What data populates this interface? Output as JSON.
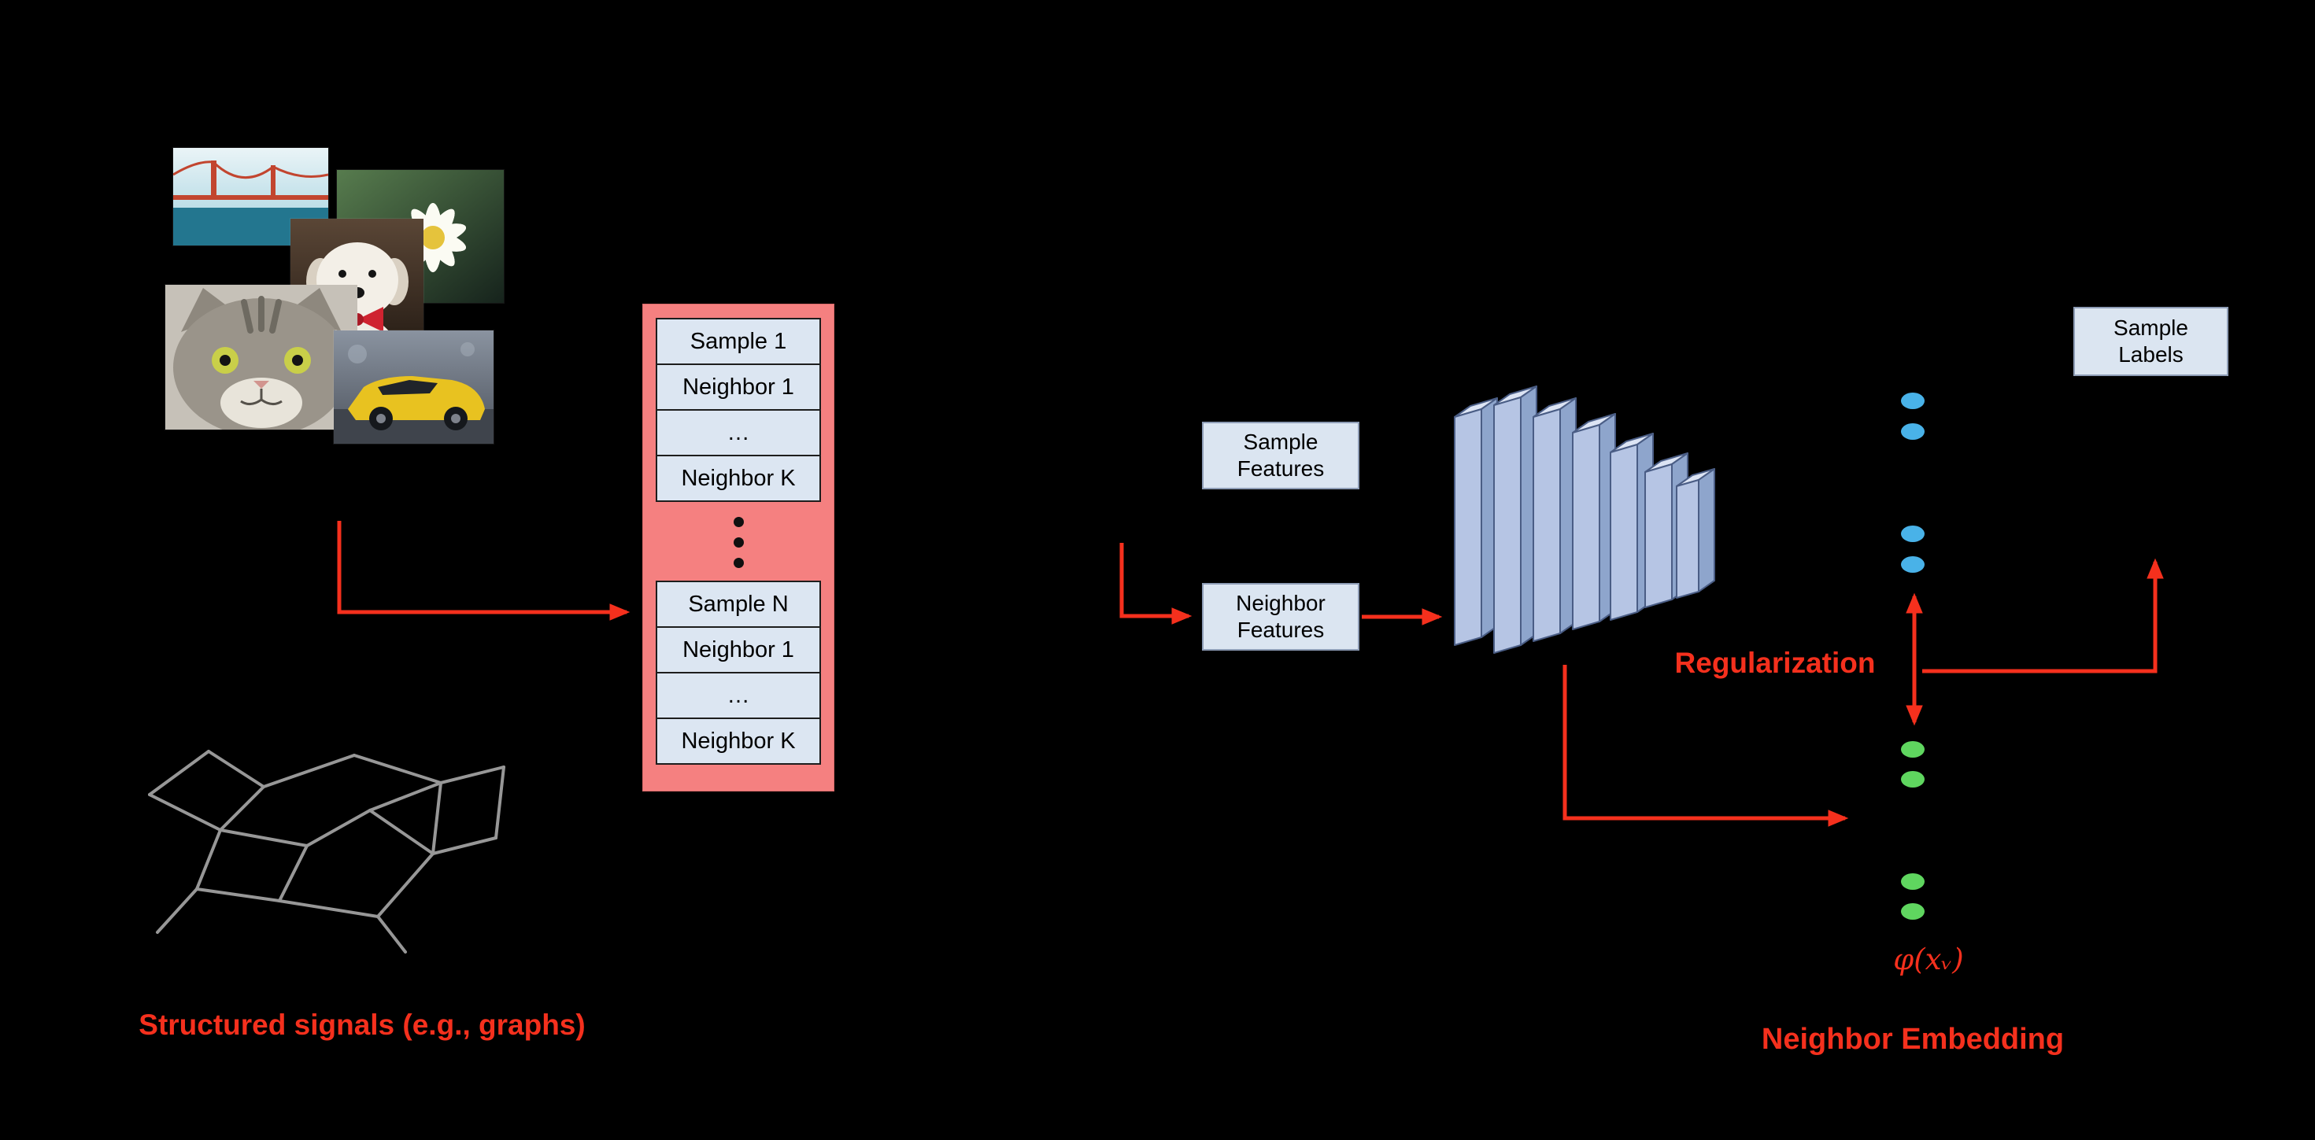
{
  "diagram": {
    "background": "#000000",
    "accent_red": "#f5301d"
  },
  "photos": {
    "items": [
      "bridge",
      "flower",
      "dog",
      "cat",
      "sports-car"
    ]
  },
  "batch_table": {
    "background": "#f58080",
    "cell_background": "#dce6f2",
    "rows": [
      "Sample 1",
      "Neighbor 1",
      "…",
      "Neighbor K",
      "Sample N",
      "Neighbor 1",
      "…",
      "Neighbor K"
    ]
  },
  "boxes": {
    "sample_features": "Sample\nFeatures",
    "neighbor_features": "Neighbor\nFeatures",
    "sample_labels": "Sample\nLabels"
  },
  "labels": {
    "structured_signals": "Structured signals (e.g., graphs)",
    "regularization": "Regularization",
    "neighbor_embedding": "Neighbor Embedding",
    "phi": "φ(xᵥ)"
  },
  "embedding": {
    "sample_dot_color": "#49b2e8",
    "neighbor_dot_color": "#5fd65f",
    "sample_dots": 4,
    "neighbor_dots": 4
  }
}
